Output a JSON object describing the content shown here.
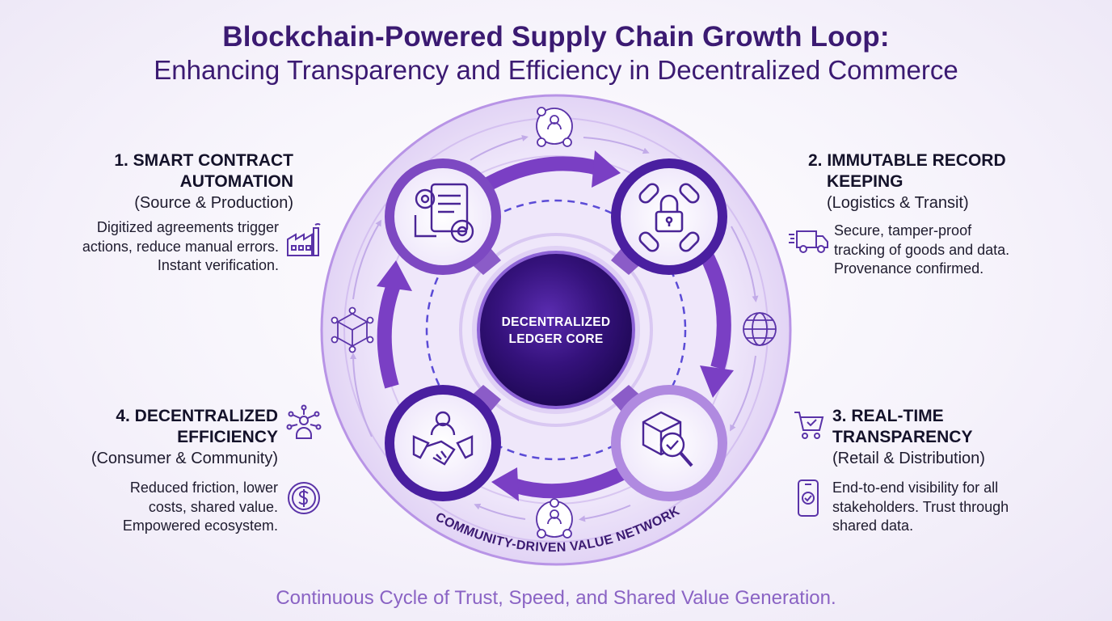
{
  "title": "Blockchain-Powered Supply Chain Growth Loop:",
  "subtitle": "Enhancing Transparency and Efficiency in Decentralized Commerce",
  "core": {
    "line1": "DECENTRALIZED",
    "line2": "LEDGER CORE"
  },
  "ring_label": "COMMUNITY-DRIVEN VALUE NETWORK",
  "steps": [
    {
      "head_line1": "1. SMART CONTRACT",
      "head_line2": "AUTOMATION",
      "stage": "(Source & Production)",
      "desc_line1": "Digitized agreements trigger",
      "desc_line2": "actions, reduce manual errors.",
      "desc_line3": "Instant verification."
    },
    {
      "head_line1": "2. IMMUTABLE RECORD",
      "head_line2": "KEEPING",
      "stage": "(Logistics & Transit)",
      "desc_line1": "Secure, tamper-proof",
      "desc_line2": "tracking of goods and data.",
      "desc_line3": "Provenance confirmed."
    },
    {
      "head_line1": "3. REAL-TIME",
      "head_line2": "TRANSPARENCY",
      "stage": "(Retail & Distribution)",
      "desc_line1": "End-to-end visibility for all",
      "desc_line2": "stakeholders. Trust through",
      "desc_line3": "shared data."
    },
    {
      "head_line1": "4. DECENTRALIZED",
      "head_line2": "EFFICIENCY",
      "stage": "(Consumer & Community)",
      "desc_line1": "Reduced friction, lower",
      "desc_line2": "costs, shared value.",
      "desc_line3": "Empowered ecosystem."
    }
  ],
  "footer": "Continuous Cycle of Trust, Speed, and Shared Value Generation.",
  "colors": {
    "title": "#3b1a72",
    "core": "#2e0f6e",
    "arrow": "#7a3fc4",
    "ring": "#c9b3ec",
    "footer": "#8a63c4"
  },
  "icons": {
    "node1": "contract-gears-icon",
    "node2": "chain-lock-icon",
    "node3": "package-search-icon",
    "node4": "handshake-icon",
    "side1": "factory-icon",
    "side2": "truck-icon",
    "side3a": "shopping-cart-icon",
    "side3b": "smartphone-check-icon",
    "side4a": "person-network-icon",
    "side4b": "dollar-coin-icon",
    "ring_top": "community-icon",
    "ring_bottom": "community-icon",
    "ring_left": "network-cube-icon",
    "ring_right": "globe-icon"
  }
}
